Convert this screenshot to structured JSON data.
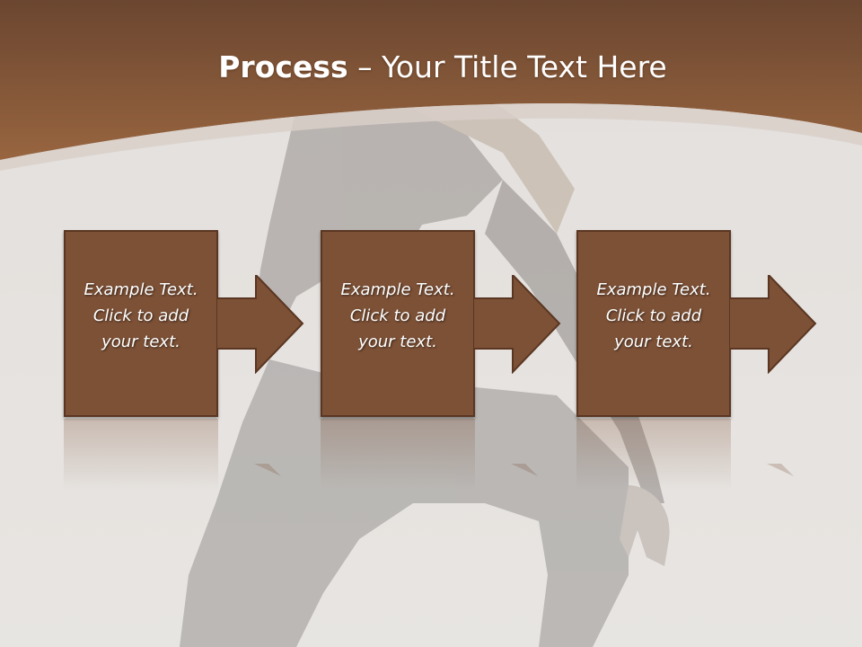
{
  "slide": {
    "title_bold": "Process",
    "title_rest": " – Your Title Text Here"
  },
  "steps": [
    {
      "text": "Example Text.\nClick  to add\nyour text."
    },
    {
      "text": "Example Text.\nClick  to add\nyour text."
    },
    {
      "text": "Example Text.\nClick  to add\nyour text."
    }
  ],
  "colors": {
    "banner": "#8a5a3b",
    "box_fill": "#7d5136",
    "background": "#e6e2df"
  }
}
